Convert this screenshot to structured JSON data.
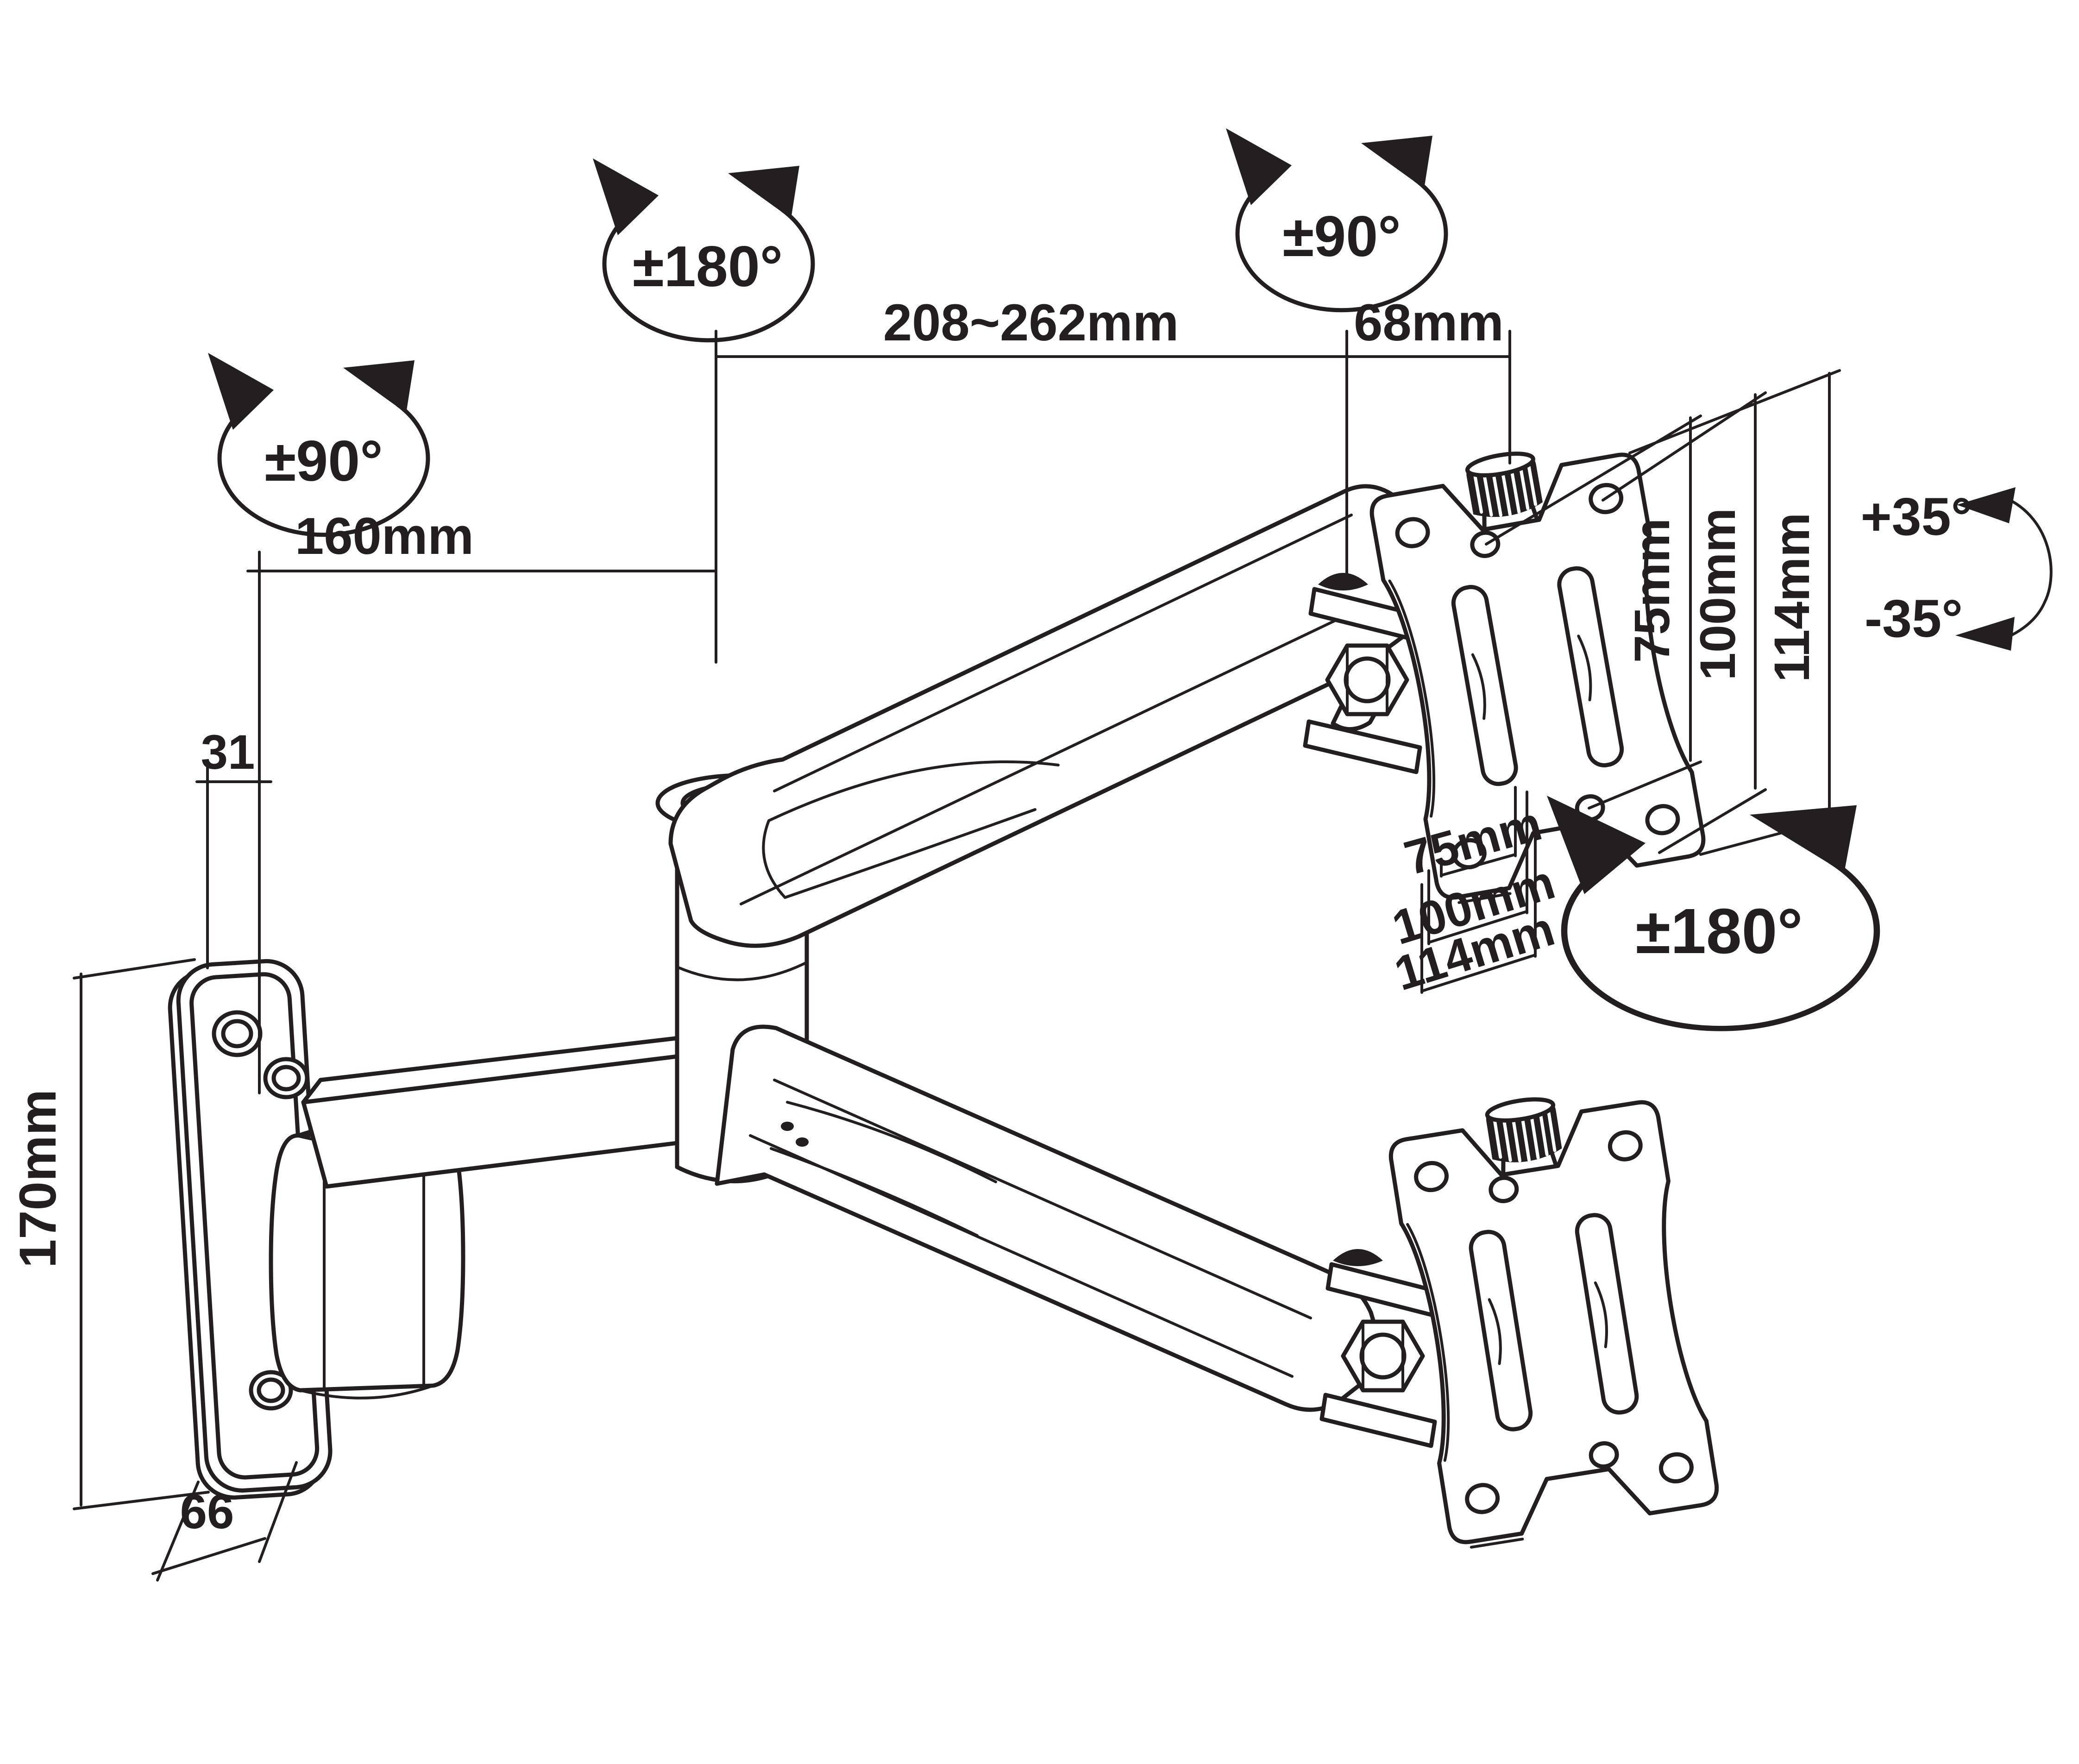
{
  "title": "Gas-spring monitor wall mount arm — dimensional line drawing",
  "colors": {
    "ink": "#231f20",
    "background": "#ffffff"
  },
  "dims": {
    "reach_range": "208~262mm",
    "head_offset": "68mm",
    "arm_length": "160mm",
    "hinge_offset": "31",
    "plate_height": "170mm",
    "plate_depth": "66"
  },
  "vesa_side": {
    "inner": "75mm",
    "outer": "100mm",
    "plate": "114mm"
  },
  "vesa_bottom": {
    "inner": "75mm",
    "outer": "100mm",
    "plate": "114mm"
  },
  "rotations": {
    "elbow_swivel": "±180°",
    "head_swivel": "±90°",
    "wall_swivel": "±90°",
    "head_rotation": "±180°",
    "tilt_up": "+35°",
    "tilt_down": "-35°"
  }
}
